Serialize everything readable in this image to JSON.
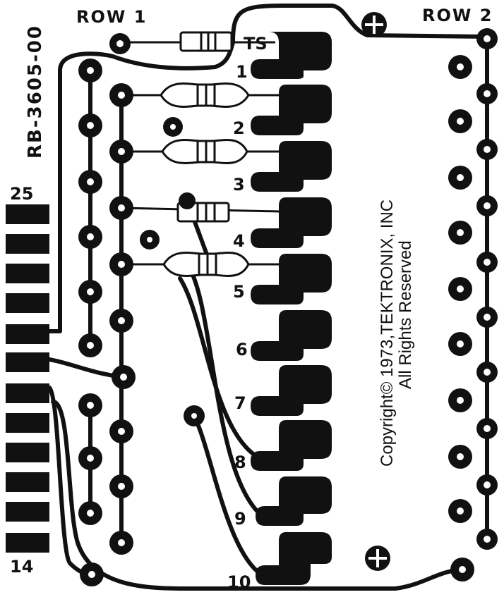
{
  "board": {
    "part_number": "RB-3605-00",
    "row1_label": "ROW 1",
    "row2_label": "ROW 2",
    "resistor_ts_label": "TS",
    "edge_top_number": "25",
    "edge_bottom_number": "14",
    "copyright_line1": "Copyright© 1973,TEKTRONIX, INC",
    "copyright_line2": "All Rights Reserved",
    "switch_positions": [
      "1",
      "2",
      "3",
      "4",
      "5",
      "6",
      "7",
      "8",
      "9",
      "10"
    ]
  }
}
